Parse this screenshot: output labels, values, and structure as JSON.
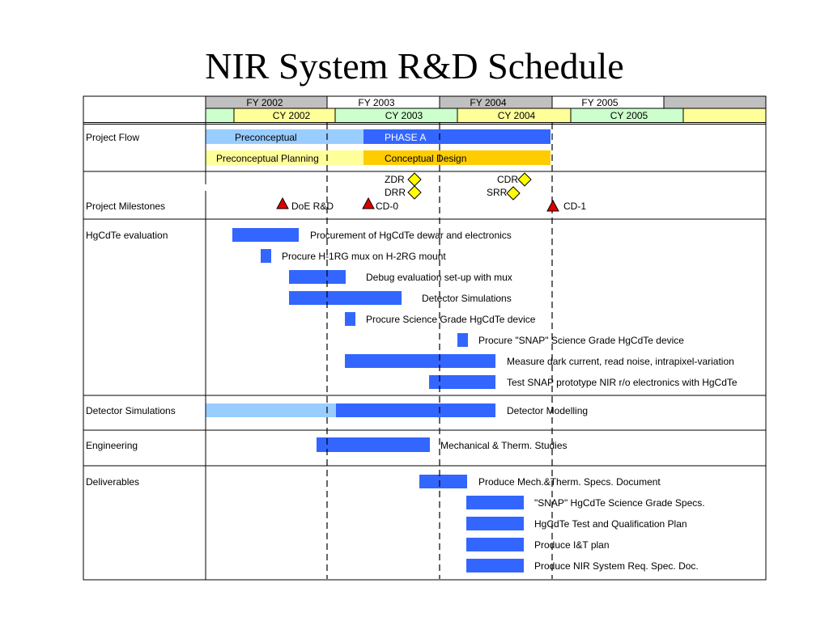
{
  "title": "NIR System R&D Schedule",
  "colors": {
    "bar": "#3366ff",
    "bar_light": "#99ccff",
    "fy_header": "#c0c0c0",
    "cy_green": "#ccffcc",
    "cy_yellow": "#ffff99",
    "planning": "#ffff99",
    "conceptual": "#ffcc00",
    "milestone_triangle": "#dd0000",
    "milestone_diamond": "#ffff00"
  },
  "fiscal_years": [
    "FY 2002",
    "FY 2003",
    "FY 2004",
    "FY 2005"
  ],
  "calendar_years": [
    "CY 2002",
    "CY 2003",
    "CY 2004",
    "CY 2005"
  ],
  "sections": {
    "project_flow": "Project Flow",
    "milestones": "Project Milestones",
    "hgcdte": "HgCdTe evaluation",
    "detector_sim": "Detector Simulations",
    "engineering": "Engineering",
    "deliverables": "Deliverables"
  },
  "project_flow": {
    "preconceptual": "Preconceptual",
    "phase_a": "PHASE A",
    "preconceptual_planning": "Preconceptual Planning",
    "conceptual_design": "Conceptual Design"
  },
  "milestones": {
    "zdr": "ZDR",
    "drr": "DRR",
    "cdr": "CDR",
    "srr": "SRR",
    "doe_rd": "DoE R&D",
    "cd0": "CD-0",
    "cd1": "CD-1"
  },
  "tasks": {
    "hgcdte": [
      "Procurement of HgCdTe dewar and electronics",
      "Procure H-1RG mux on H-2RG mount",
      "Debug evaluation set-up with mux",
      "Detector Simulations",
      "Procure Science Grade HgCdTe device",
      "Procure \"SNAP\" Science Grade HgCdTe device",
      "Measure dark current, read noise, intrapixel-variation",
      "Test SNAP prototype NIR r/o electronics with HgCdTe"
    ],
    "detector_sim": "Detector Modelling",
    "engineering": "Mechanical & Therm. Studies",
    "deliverables": [
      "Produce Mech.&Therm. Specs. Document",
      "\"SNAP\" HgCdTe Science Grade Specs.",
      "HgCdTe Test and Qualification Plan",
      "Produce I&T plan",
      "Produce NIR System Req. Spec. Doc."
    ]
  }
}
